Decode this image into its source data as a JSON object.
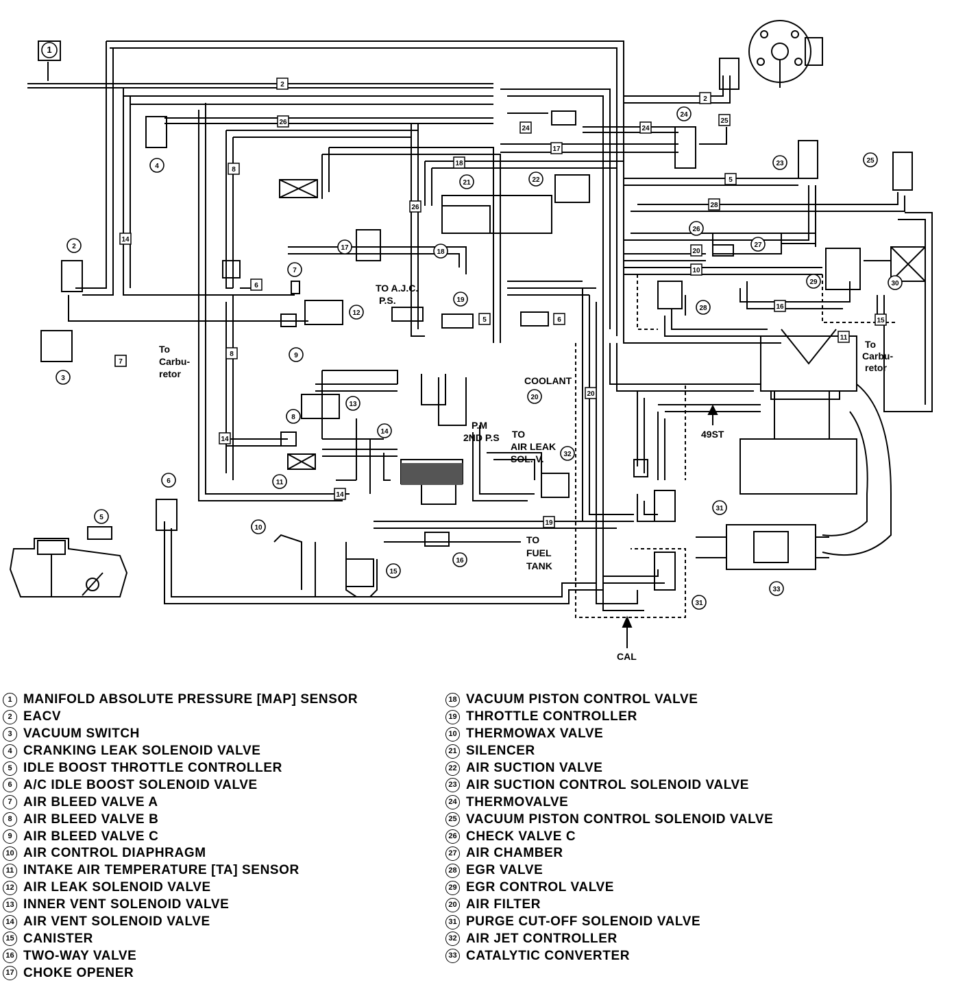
{
  "diagram_labels": {
    "to_carburetor_left": [
      "To",
      "Carbu-",
      "retor"
    ],
    "to_carburetor_right": [
      "To",
      "Carbu-",
      "retor"
    ],
    "to_ajc_ps": [
      "TO A.J.C.",
      "P.S."
    ],
    "coolant": "COOLANT",
    "pm_2nd_ps": [
      "P.M",
      "2ND P.S"
    ],
    "to_air_leak": [
      "TO",
      "AIR LEAK",
      "SOL. V."
    ],
    "to_fuel_tank": [
      "TO",
      "FUEL",
      "TANK"
    ],
    "st49": "49ST",
    "cal": "CAL"
  },
  "hose_tags": [
    "2",
    "26",
    "8",
    "14",
    "6",
    "8",
    "14",
    "14",
    "7",
    "24",
    "24",
    "17",
    "18",
    "26",
    "2",
    "25",
    "5",
    "28",
    "20",
    "10",
    "16",
    "11",
    "15",
    "6",
    "5",
    "20",
    "19",
    "7"
  ],
  "legend": {
    "left": [
      {
        "num": "1",
        "text": "MANIFOLD ABSOLUTE PRESSURE [MAP] SENSOR"
      },
      {
        "num": "2",
        "text": "EACV"
      },
      {
        "num": "3",
        "text": "VACUUM SWITCH"
      },
      {
        "num": "4",
        "text": "CRANKING LEAK SOLENOID VALVE"
      },
      {
        "num": "5",
        "text": "IDLE BOOST THROTTLE CONTROLLER"
      },
      {
        "num": "6",
        "text": "A/C IDLE BOOST SOLENOID VALVE"
      },
      {
        "num": "7",
        "text": "AIR BLEED VALVE A"
      },
      {
        "num": "8",
        "text": "AIR BLEED VALVE B"
      },
      {
        "num": "9",
        "text": "AIR BLEED VALVE C"
      },
      {
        "num": "10",
        "text": "AIR CONTROL DIAPHRAGM"
      },
      {
        "num": "11",
        "text": "INTAKE AIR TEMPERATURE [TA] SENSOR"
      },
      {
        "num": "12",
        "text": "AIR LEAK SOLENOID VALVE"
      },
      {
        "num": "13",
        "text": "INNER VENT SOLENOID VALVE"
      },
      {
        "num": "14",
        "text": "AIR VENT SOLENOID VALVE"
      },
      {
        "num": "15",
        "text": "CANISTER"
      },
      {
        "num": "16",
        "text": "TWO-WAY VALVE"
      },
      {
        "num": "17",
        "text": "CHOKE OPENER"
      }
    ],
    "right": [
      {
        "num": "18",
        "text": "VACUUM PISTON CONTROL VALVE"
      },
      {
        "num": "19",
        "text": "THROTTLE CONTROLLER"
      },
      {
        "num": "10",
        "text": "THERMOWAX VALVE"
      },
      {
        "num": "21",
        "text": "SILENCER"
      },
      {
        "num": "22",
        "text": "AIR SUCTION VALVE"
      },
      {
        "num": "23",
        "text": "AIR SUCTION CONTROL SOLENOID VALVE"
      },
      {
        "num": "24",
        "text": "THERMOVALVE"
      },
      {
        "num": "25",
        "text": "VACUUM PISTON CONTROL SOLENOID VALVE"
      },
      {
        "num": "26",
        "text": "CHECK VALVE C"
      },
      {
        "num": "27",
        "text": "AIR CHAMBER"
      },
      {
        "num": "28",
        "text": "EGR VALVE"
      },
      {
        "num": "29",
        "text": "EGR CONTROL VALVE"
      },
      {
        "num": "20",
        "text": "AIR FILTER"
      },
      {
        "num": "31",
        "text": "PURGE CUT-OFF SOLENOID VALVE"
      },
      {
        "num": "32",
        "text": "AIR JET CONTROLLER"
      },
      {
        "num": "33",
        "text": "CATALYTIC CONVERTER"
      }
    ]
  },
  "component_callouts": [
    "1",
    "2",
    "3",
    "4",
    "5",
    "6",
    "7",
    "8",
    "9",
    "10",
    "11",
    "12",
    "13",
    "14",
    "15",
    "16",
    "17",
    "18",
    "19",
    "20",
    "21",
    "22",
    "23",
    "24",
    "25",
    "26",
    "27",
    "28",
    "29",
    "30",
    "31",
    "31",
    "32",
    "33"
  ]
}
